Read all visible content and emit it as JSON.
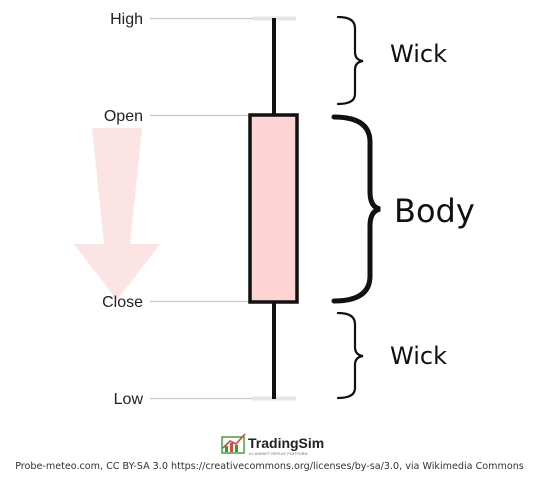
{
  "levels": {
    "high": "High",
    "open": "Open",
    "close": "Close",
    "low": "Low"
  },
  "braces": {
    "upper_wick": "Wick",
    "body": "Body",
    "lower_wick": "Wick"
  },
  "logo": {
    "name": "TradingSim",
    "tagline": "#1 MARKET REPLAY PLATFORM"
  },
  "credit": "Probe-meteo.com, CC BY-SA 3.0 https://creativecommons.org/licenses/by-sa/3.0, via Wikimedia Commons",
  "colors": {
    "body_fill": "#fdd3d3",
    "arrow_fill": "#fde4e4",
    "outline": "#111111",
    "guide_line": "#c8c8c8",
    "logo_green": "#3a9a3a",
    "logo_red": "#d24b3b"
  },
  "icons": {
    "arrow": "down-arrow",
    "logo": "chart-logo-icon"
  }
}
